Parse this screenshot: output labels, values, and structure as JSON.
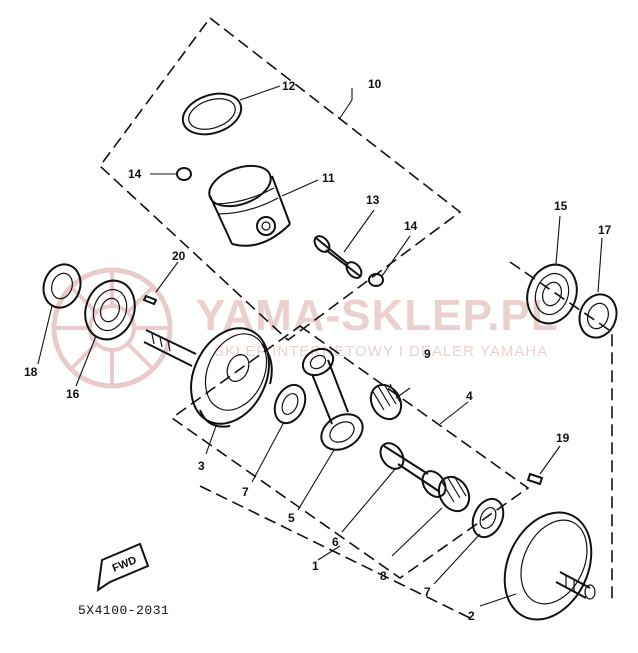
{
  "diagram": {
    "part_code": "5X4100-2031",
    "fwd_label": "FWD",
    "watermark": {
      "brand": "YAMA-SKLEP.PL",
      "tagline": "SKLEP INTERNETOWY I DEALER YAMAHA"
    },
    "callouts": {
      "c1": "1",
      "c2": "2",
      "c3": "3",
      "c4": "4",
      "c5": "5",
      "c6": "6",
      "c7a": "7",
      "c7b": "7",
      "c8": "8",
      "c9": "9",
      "c10": "10",
      "c11": "11",
      "c12": "12",
      "c13": "13",
      "c14a": "14",
      "c14b": "14",
      "c15": "15",
      "c16": "16",
      "c17": "17",
      "c18": "18",
      "c19": "19",
      "c20": "20"
    }
  }
}
